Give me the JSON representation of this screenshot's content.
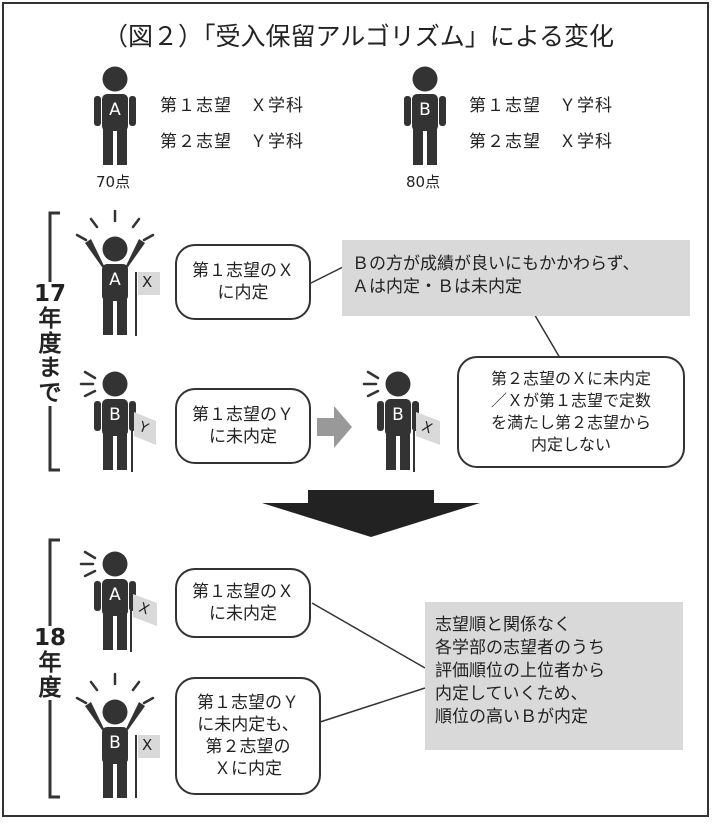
{
  "title": "（図２）「受入保留アルゴリズム」による変化",
  "profiles": {
    "a": {
      "letter": "A",
      "pref1": "第１志望　Ｘ学科",
      "pref2": "第２志望　Ｙ学科",
      "score": "70点"
    },
    "b": {
      "letter": "B",
      "pref1": "第１志望　Ｙ学科",
      "pref2": "第２志望　Ｘ学科",
      "score": "80点"
    }
  },
  "section_before": {
    "label": "17年度まで",
    "a_bubble": "第１志望のＸ\nに内定",
    "b_bubble": "第１志望のＹ\nに未内定",
    "note_top": "Ｂの方が成績が良いにもかかわらず、\nＡは内定・Ｂは未内定",
    "note_bubble": "第２志望のＸに未内定\n／Ｘが第１志望で定数\nを満たし第２志望から\n内定しない",
    "flag_a": "X",
    "flag_b": "Y",
    "flag_b2": "X"
  },
  "section_after": {
    "label": "18年度",
    "a_bubble": "第１志望のＸ\nに未内定",
    "b_bubble": "第１志望のＹ\nに未内定も、\n第２志望の\nＸに内定",
    "note": "志望順と関係なく\n各学部の志望者のうち\n評価順位の上位者から\n内定していくため、\n順位の高いＢが内定",
    "flag_a": "X",
    "flag_b": "X"
  }
}
